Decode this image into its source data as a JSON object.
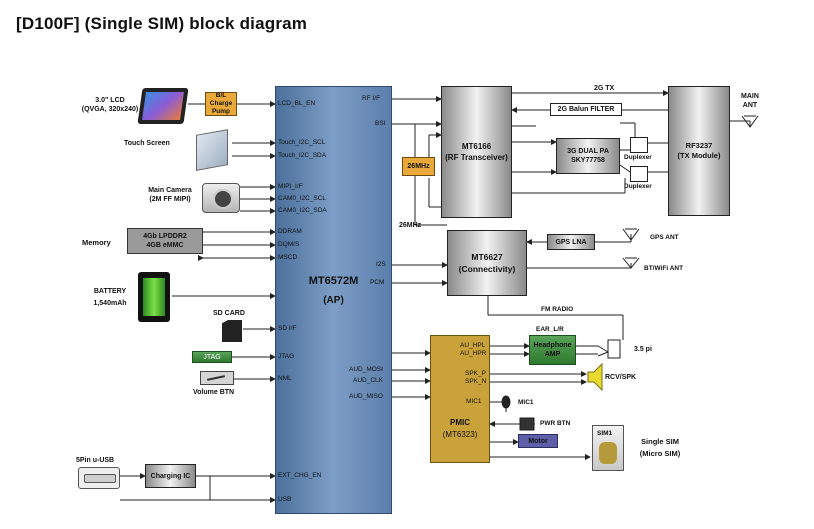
{
  "title": "[D100F] (Single SIM) block diagram",
  "ap": {
    "name": "MT6572M",
    "sub": "(AP)",
    "left_pins": [
      "LCD_BL_EN",
      "Touch_I2C_SCL",
      "Touch_I2C_SDA",
      "MIPI_I/F",
      "CAM0_I2C_SCL",
      "CAM0_I2C_SDA",
      "DDRAM",
      "DQM/S",
      "MSCD",
      "SD I/F",
      "JTAG",
      "NML",
      "EXT_CHG_EN",
      "USB"
    ],
    "right_pins": [
      "RF I/F",
      "BSI",
      "I2S",
      "PCM",
      "AUD_MOSI",
      "AUD_CLK",
      "AUD_MISO"
    ]
  },
  "peripherals": {
    "lcd": [
      "3.0\" LCD",
      "(QVGA, 320x240)"
    ],
    "bl_pump": [
      "B/L",
      "Charge Pump"
    ],
    "touch": "Touch Screen",
    "camera": [
      "Main Camera",
      "(2M FF MIPI)"
    ],
    "memory": "Memory",
    "memory_chip": [
      "4Gb LPDDR2",
      "4GB eMMC"
    ],
    "battery": [
      "BATTERY",
      "1,540mAh"
    ],
    "sd_card": "SD CARD",
    "jtag": "JTAG",
    "volume": "Volume BTN",
    "usb": "5Pin u-USB",
    "charging_ic": "Charging IC"
  },
  "rf": {
    "transceiver": [
      "MT6166",
      "(RF Transceiver)"
    ],
    "tcxo": "26MHz",
    "tcxo_net": "26MHz",
    "balun": "2G  Balun FILTER",
    "pa": [
      "3G DUAL PA",
      "SKY77758"
    ],
    "duplexer": "Duplexer",
    "tx_module": [
      "RF3237",
      "(TX Module)"
    ],
    "tx_2g": "2G TX",
    "main_ant": [
      "MAIN",
      "ANT"
    ]
  },
  "connectivity": {
    "name": [
      "MT6627",
      "(Connectivity)"
    ],
    "gps_lna": "GPS LNA",
    "gps_ant": "GPS ANT",
    "bt_wifi_ant": "BT/WiFi ANT",
    "fm": "FM RADIO"
  },
  "pmic": {
    "name": [
      "PMIC",
      "(MT6323)"
    ],
    "pins": [
      "AU_HPL",
      "AU_HPR",
      "SPK_P",
      "SPK_N",
      "MIC1"
    ],
    "ear": "EAR_L/R",
    "hp_amp": [
      "Headphone",
      "AMP"
    ],
    "jack": "3.5 pi",
    "rcv": "RCV/SPK",
    "mic": "MIC1",
    "pwr": "PWR BTN",
    "motor": "Motor"
  },
  "sim": {
    "chip": "SIM1",
    "label": [
      "Single SIM",
      "(Micro SIM)"
    ]
  }
}
